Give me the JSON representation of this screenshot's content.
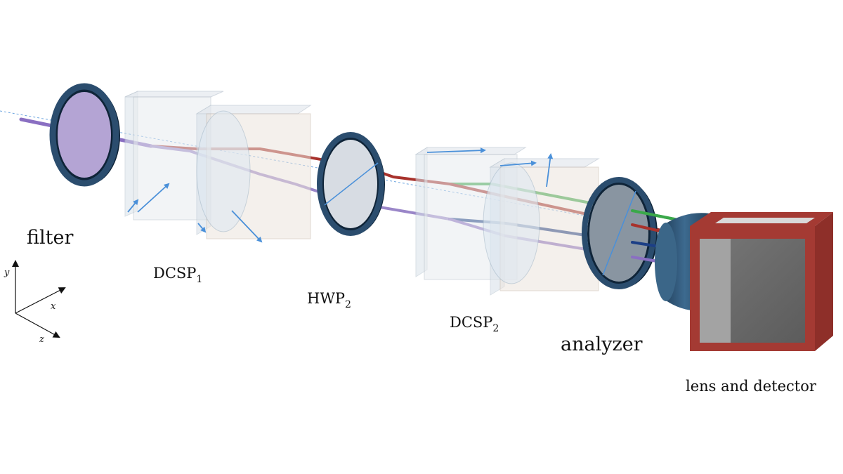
{
  "labels": {
    "filter": "filter",
    "dcsp1": {
      "main": "DCSP",
      "sub": "1"
    },
    "hwp2": {
      "main": "HWP",
      "sub": "2"
    },
    "dcsp2": {
      "main": "DCSP",
      "sub": "2"
    },
    "analyzer": "analyzer",
    "detector": "lens and detector"
  },
  "axes": {
    "y": "y",
    "x": "x",
    "z": "z"
  },
  "colors": {
    "ring": "#1f3b57",
    "filter_fill": "#c7b2e6",
    "beam_violet": "#8a6fc2",
    "beam_red": "#a8322c",
    "beam_green": "#3aa84a",
    "beam_blue": "#1c3f86",
    "vector_arrow": "#4a90d9",
    "detector_frame": "#a43a33",
    "detector_face": "#6e6e6e",
    "lens_body": "#2f5878"
  }
}
